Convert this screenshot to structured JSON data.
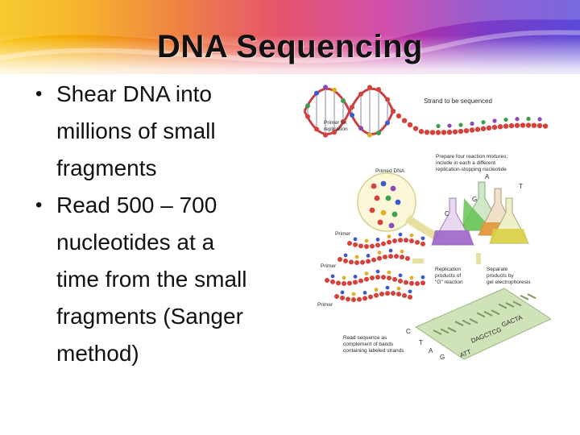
{
  "slide": {
    "title": "DNA Sequencing",
    "bullets": [
      {
        "lines": [
          "Shear DNA into",
          "millions of small",
          "fragments"
        ]
      },
      {
        "lines": [
          "Read 500 – 700",
          "nucleotides at a",
          "time from the small",
          "fragments (Sanger",
          "method)"
        ]
      }
    ],
    "bullet_glyph": "•"
  },
  "figure": {
    "labels": {
      "strand": "Strand to be sequenced",
      "primer_for_replication_1": "Primer for",
      "primer_for_replication_2": "replication",
      "primed_dna": "Primed DNA",
      "prepare_1": "Prepare four reaction mixtures;",
      "prepare_2": "include in each a different",
      "prepare_3": "replication-stopping nucleotide",
      "primer_a": "Primer",
      "primer_b": "Primer",
      "primer_c": "Primer",
      "replication_1": "Replication",
      "replication_2": "products of",
      "replication_3": "\"G\" reaction",
      "separate_1": "Separate",
      "separate_2": "products by",
      "separate_3": "gel electrophoresis",
      "read_1": "Read sequence as",
      "read_2": "complement of bands",
      "read_3": "containing labeled strands",
      "flask_a": "A",
      "flask_t": "T",
      "flask_g": "G",
      "flask_c": "C",
      "gel_c": "C",
      "gel_t": "T",
      "gel_a": "A",
      "gel_g": "G",
      "gel_seq_top": "GACTA",
      "gel_seq_mid": "DAGCTCG",
      "gel_seq_bot": "ATT"
    },
    "colors": {
      "bead_red": "#d8403a",
      "bead_green": "#3aa04a",
      "bead_blue": "#3a5ad0",
      "bead_purple": "#8a4ab0",
      "bead_yellow": "#e0b020",
      "flask_green": "#5cc04a",
      "flask_orange": "#e09030",
      "flask_purple": "#9a60c8",
      "flask_yellow": "#d8d040",
      "gel": "#cfe2b8"
    }
  }
}
